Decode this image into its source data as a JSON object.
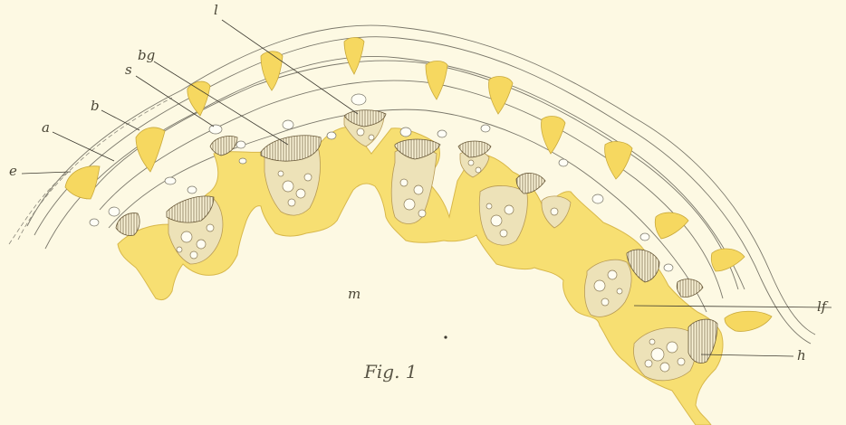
{
  "figure": {
    "caption": "Fig. 1",
    "labels": {
      "l": "l",
      "bg": "bg",
      "s": "s",
      "b": "b",
      "a": "a",
      "e": "e",
      "m": "m",
      "lf": "lf",
      "h": "h"
    }
  },
  "colors": {
    "background": "#fdf9e3",
    "tissue": "#f7df72",
    "cone": "#f6d860",
    "gland": "#ede2b8",
    "line": "#3d3a30"
  }
}
